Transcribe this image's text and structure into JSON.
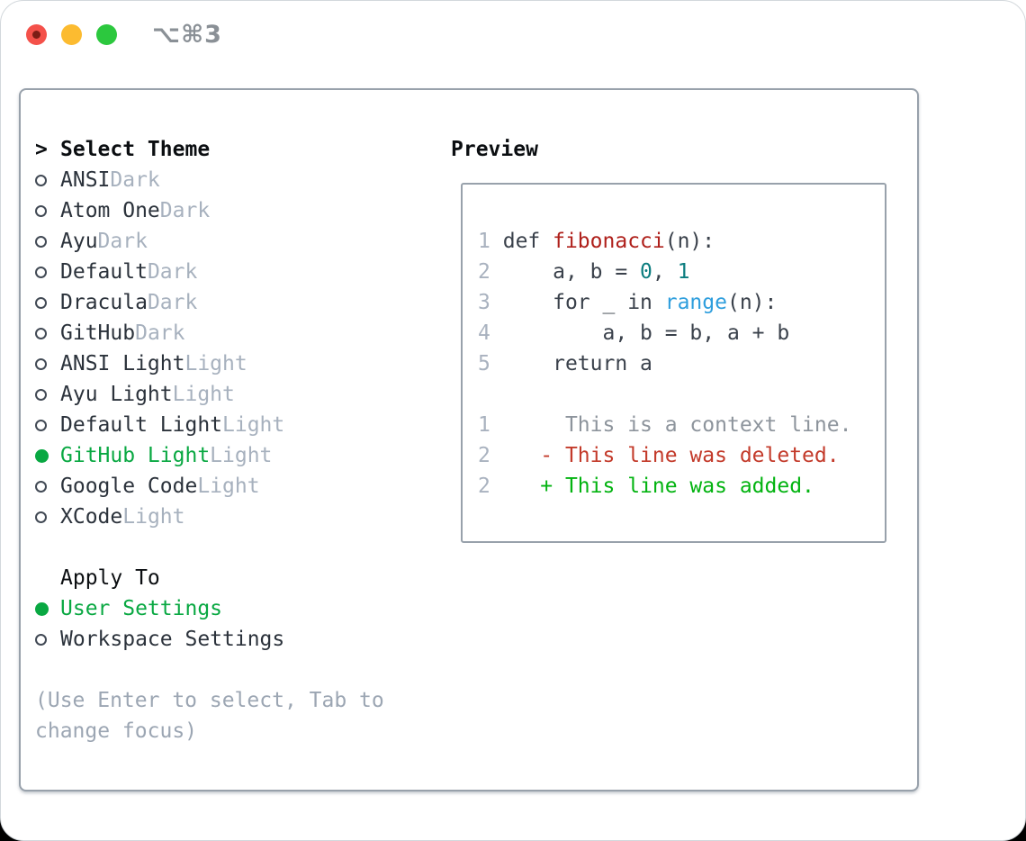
{
  "window": {
    "title": "⌥⌘3",
    "traffic_lights": [
      "close",
      "minimize",
      "zoom"
    ]
  },
  "theme_picker": {
    "prompt": ">",
    "title": "Select Theme",
    "themes": [
      {
        "name": "ANSI",
        "variant": "Dark",
        "selected": false
      },
      {
        "name": "Atom One",
        "variant": "Dark",
        "selected": false
      },
      {
        "name": "Ayu",
        "variant": "Dark",
        "selected": false
      },
      {
        "name": "Default",
        "variant": "Dark",
        "selected": false
      },
      {
        "name": "Dracula",
        "variant": "Dark",
        "selected": false
      },
      {
        "name": "GitHub",
        "variant": "Dark",
        "selected": false
      },
      {
        "name": "ANSI Light",
        "variant": "Light",
        "selected": false
      },
      {
        "name": "Ayu Light",
        "variant": "Light",
        "selected": false
      },
      {
        "name": "Default Light",
        "variant": "Light",
        "selected": false
      },
      {
        "name": "GitHub Light",
        "variant": "Light",
        "selected": true
      },
      {
        "name": "Google Code",
        "variant": "Light",
        "selected": false
      },
      {
        "name": "XCode",
        "variant": "Light",
        "selected": false
      }
    ],
    "apply_to": {
      "title": "Apply To",
      "options": [
        {
          "label": "User Settings",
          "selected": true
        },
        {
          "label": "Workspace Settings",
          "selected": false
        }
      ]
    },
    "hint_lines": [
      "(Use Enter to select, Tab to",
      "change focus)"
    ]
  },
  "preview": {
    "title": "Preview",
    "code_lines": [
      {
        "lineno": "1",
        "tokens": [
          {
            "t": "def ",
            "s": "plain"
          },
          {
            "t": "fibonacci",
            "s": "function"
          },
          {
            "t": "(n):",
            "s": "plain"
          }
        ]
      },
      {
        "lineno": "2",
        "tokens": [
          {
            "t": "    a, b = ",
            "s": "plain"
          },
          {
            "t": "0",
            "s": "number"
          },
          {
            "t": ", ",
            "s": "plain"
          },
          {
            "t": "1",
            "s": "number"
          }
        ]
      },
      {
        "lineno": "3",
        "tokens": [
          {
            "t": "    for _ in ",
            "s": "plain"
          },
          {
            "t": "range",
            "s": "builtin"
          },
          {
            "t": "(n):",
            "s": "plain"
          }
        ]
      },
      {
        "lineno": "4",
        "tokens": [
          {
            "t": "        a, b = b, a + b",
            "s": "plain"
          }
        ]
      },
      {
        "lineno": "5",
        "tokens": [
          {
            "t": "    return a",
            "s": "plain"
          }
        ]
      },
      {
        "blank": true
      },
      {
        "lineno": "1",
        "tokens": [
          {
            "t": "     This is a context line.",
            "s": "context"
          }
        ]
      },
      {
        "lineno": "2",
        "tokens": [
          {
            "t": "   - This line was deleted.",
            "s": "deleted"
          }
        ]
      },
      {
        "lineno": "2",
        "tokens": [
          {
            "t": "   + This line was added.",
            "s": "added"
          }
        ]
      }
    ]
  },
  "colors": {
    "selection_green": "#09a842",
    "added_green": "#02b310",
    "deleted_red": "#c33a2a",
    "function_red": "#af201b",
    "number_teal": "#0c7d7f",
    "builtin_blue": "#2e9edd",
    "code_text": "#3a414b",
    "line_number": "#a9b2bf",
    "context_gray": "#8d949c",
    "variant_gray": "#a7b1be",
    "hint_gray": "#9ca6b3",
    "border_gray": "#98a1ab",
    "header_black": "#0b0e11",
    "name_dark": "#2b323b",
    "circle_outline": "#424a55",
    "title_gray": "#8a9096",
    "traffic_red": "#f4514a",
    "traffic_red_dot": "#7c1d15",
    "traffic_yellow": "#fcbb30",
    "traffic_green": "#2cc83e"
  }
}
